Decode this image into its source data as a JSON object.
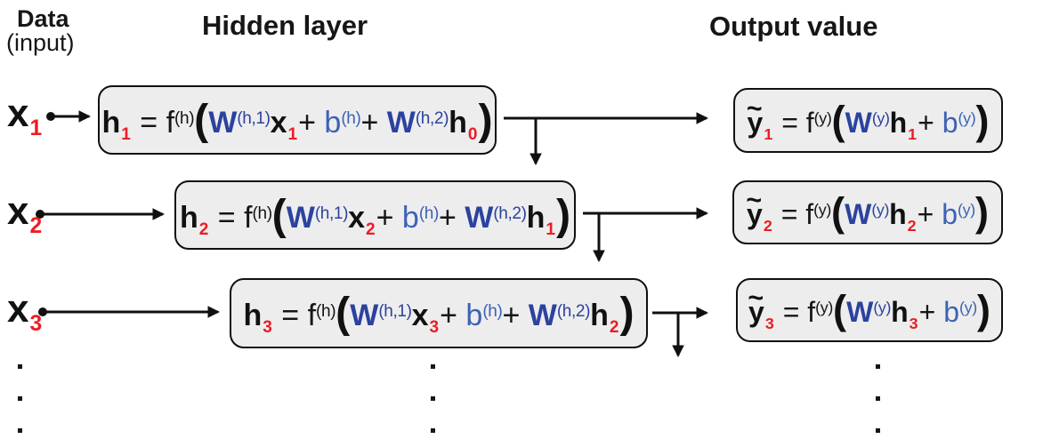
{
  "colors": {
    "red": "#EC1C24",
    "blue_dark": "#2B429E",
    "blue_light": "#3C62B4",
    "box_fill": "#EDEDEE",
    "box_border": "#101010",
    "ink": "#141414"
  },
  "headers": {
    "data_line1": "Data",
    "data_line2": "(input)",
    "hidden": "Hidden layer",
    "output": "Output value"
  },
  "ellipsis": ". . .",
  "rows": [
    {
      "input_tokens": [
        {
          "x": "x",
          "k": "mb"
        },
        {
          "x": "1",
          "k": "sub"
        }
      ],
      "hidden_tokens": [
        {
          "x": "h",
          "k": "mb"
        },
        {
          "x": "1",
          "k": "sub"
        },
        {
          "x": " = ",
          "k": "m"
        },
        {
          "x": "f",
          "k": "m"
        },
        {
          "x": "(h)",
          "k": "sup"
        },
        {
          "x": "(",
          "k": "par"
        },
        {
          "x": "W",
          "k": "w"
        },
        {
          "x": "(h,1)",
          "k": "supw"
        },
        {
          "x": "x",
          "k": "mb"
        },
        {
          "x": "1",
          "k": "sub"
        },
        {
          "x": "+ ",
          "k": "m"
        },
        {
          "x": "b",
          "k": "b"
        },
        {
          "x": "(h)",
          "k": "supb"
        },
        {
          "x": "+ ",
          "k": "m"
        },
        {
          "x": "W",
          "k": "w"
        },
        {
          "x": "(h,2)",
          "k": "supw"
        },
        {
          "x": "h",
          "k": "mb"
        },
        {
          "x": "0",
          "k": "sub"
        },
        {
          "x": ")",
          "k": "par"
        }
      ],
      "output_tokens": [
        {
          "x": "y",
          "k": "ty"
        },
        {
          "x": "1",
          "k": "sub"
        },
        {
          "x": " = ",
          "k": "m"
        },
        {
          "x": "f",
          "k": "m"
        },
        {
          "x": "(y)",
          "k": "sup"
        },
        {
          "x": "(",
          "k": "par"
        },
        {
          "x": "W",
          "k": "w"
        },
        {
          "x": "(y)",
          "k": "supw"
        },
        {
          "x": "h",
          "k": "mb"
        },
        {
          "x": "1",
          "k": "sub"
        },
        {
          "x": "+ ",
          "k": "m"
        },
        {
          "x": "b",
          "k": "b"
        },
        {
          "x": "(y)",
          "k": "supb"
        },
        {
          "x": ")",
          "k": "par"
        }
      ]
    },
    {
      "input_tokens": [
        {
          "x": "x",
          "k": "mb"
        },
        {
          "x": "2",
          "k": "sub"
        }
      ],
      "hidden_tokens": [
        {
          "x": "h",
          "k": "mb"
        },
        {
          "x": "2",
          "k": "sub"
        },
        {
          "x": " = ",
          "k": "m"
        },
        {
          "x": "f",
          "k": "m"
        },
        {
          "x": "(h)",
          "k": "sup"
        },
        {
          "x": "(",
          "k": "par"
        },
        {
          "x": "W",
          "k": "w"
        },
        {
          "x": "(h,1)",
          "k": "supw"
        },
        {
          "x": "x",
          "k": "mb"
        },
        {
          "x": "2",
          "k": "sub"
        },
        {
          "x": "+ ",
          "k": "m"
        },
        {
          "x": "b",
          "k": "b"
        },
        {
          "x": "(h)",
          "k": "supb"
        },
        {
          "x": "+ ",
          "k": "m"
        },
        {
          "x": "W",
          "k": "w"
        },
        {
          "x": "(h,2)",
          "k": "supw"
        },
        {
          "x": "h",
          "k": "mb"
        },
        {
          "x": "1",
          "k": "sub"
        },
        {
          "x": ")",
          "k": "par"
        }
      ],
      "output_tokens": [
        {
          "x": "y",
          "k": "ty"
        },
        {
          "x": "2",
          "k": "sub"
        },
        {
          "x": " = ",
          "k": "m"
        },
        {
          "x": "f",
          "k": "m"
        },
        {
          "x": "(y)",
          "k": "sup"
        },
        {
          "x": "(",
          "k": "par"
        },
        {
          "x": "W",
          "k": "w"
        },
        {
          "x": "(y)",
          "k": "supw"
        },
        {
          "x": "h",
          "k": "mb"
        },
        {
          "x": "2",
          "k": "sub"
        },
        {
          "x": "+ ",
          "k": "m"
        },
        {
          "x": "b",
          "k": "b"
        },
        {
          "x": "(y)",
          "k": "supb"
        },
        {
          "x": ")",
          "k": "par"
        }
      ]
    },
    {
      "input_tokens": [
        {
          "x": "x",
          "k": "mb"
        },
        {
          "x": "3",
          "k": "sub"
        }
      ],
      "hidden_tokens": [
        {
          "x": "h",
          "k": "mb"
        },
        {
          "x": "3",
          "k": "sub"
        },
        {
          "x": " = ",
          "k": "m"
        },
        {
          "x": "f",
          "k": "m"
        },
        {
          "x": "(h)",
          "k": "sup"
        },
        {
          "x": "(",
          "k": "par"
        },
        {
          "x": "W",
          "k": "w"
        },
        {
          "x": "(h,1)",
          "k": "supw"
        },
        {
          "x": "x",
          "k": "mb"
        },
        {
          "x": "3",
          "k": "sub"
        },
        {
          "x": "+ ",
          "k": "m"
        },
        {
          "x": "b",
          "k": "b"
        },
        {
          "x": "(h)",
          "k": "supb"
        },
        {
          "x": "+ ",
          "k": "m"
        },
        {
          "x": "W",
          "k": "w"
        },
        {
          "x": "(h,2)",
          "k": "supw"
        },
        {
          "x": "h",
          "k": "mb"
        },
        {
          "x": "2",
          "k": "sub"
        },
        {
          "x": ")",
          "k": "par"
        }
      ],
      "output_tokens": [
        {
          "x": "y",
          "k": "ty"
        },
        {
          "x": "3",
          "k": "sub"
        },
        {
          "x": " = ",
          "k": "m"
        },
        {
          "x": "f",
          "k": "m"
        },
        {
          "x": "(y)",
          "k": "sup"
        },
        {
          "x": "(",
          "k": "par"
        },
        {
          "x": "W",
          "k": "w"
        },
        {
          "x": "(y)",
          "k": "supw"
        },
        {
          "x": "h",
          "k": "mb"
        },
        {
          "x": "3",
          "k": "sub"
        },
        {
          "x": "+ ",
          "k": "m"
        },
        {
          "x": "b",
          "k": "b"
        },
        {
          "x": "(y)",
          "k": "supb"
        },
        {
          "x": ")",
          "k": "par"
        }
      ]
    }
  ]
}
